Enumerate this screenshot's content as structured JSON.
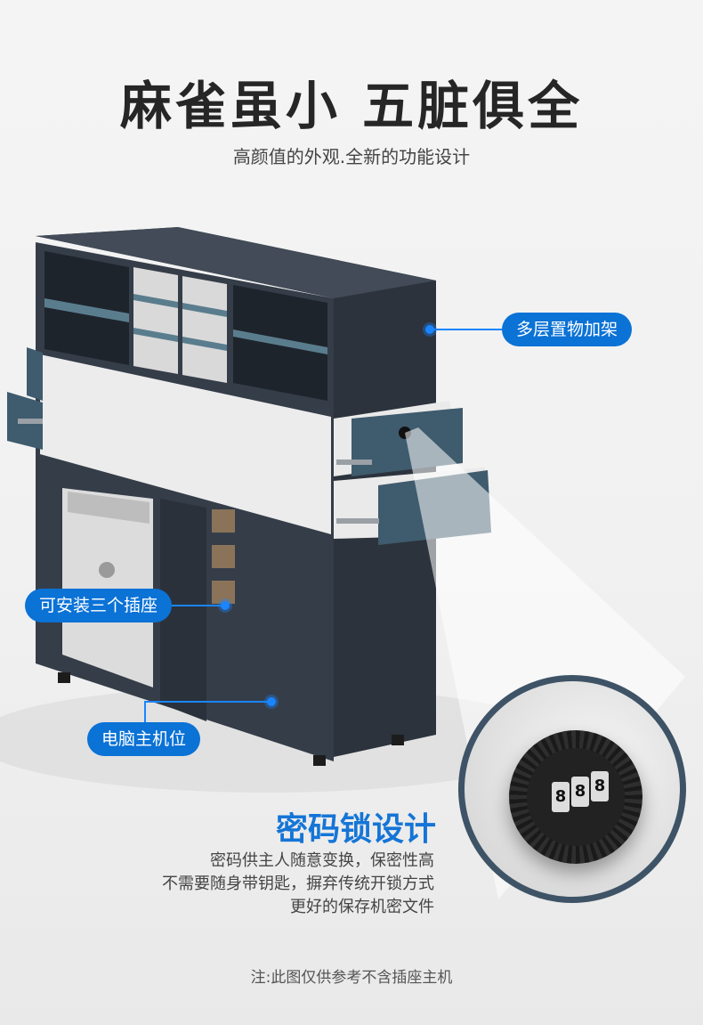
{
  "heading": {
    "title": "麻雀虽小 五脏俱全",
    "subtitle": "高颜值的外观.全新的功能设计"
  },
  "callouts": {
    "shelf": "多层置物加架",
    "sockets": "可安装三个插座",
    "host": "电脑主机位"
  },
  "lock": {
    "title": "密码锁设计",
    "desc_line1": "密码供主人随意变换，保密性高",
    "desc_line2": "不需要随身带钥匙，摒弃传统开锁方式",
    "desc_line3": "更好的保存机密文件",
    "dial_digits": [
      "8",
      "8",
      "8"
    ]
  },
  "footnote": "注:此图仅供参考不含插座主机",
  "colors": {
    "accent": "#0b72d6",
    "cabinet": "#343c48",
    "drawer_blue": "#3f5b6e",
    "panel_white": "#ececec"
  }
}
